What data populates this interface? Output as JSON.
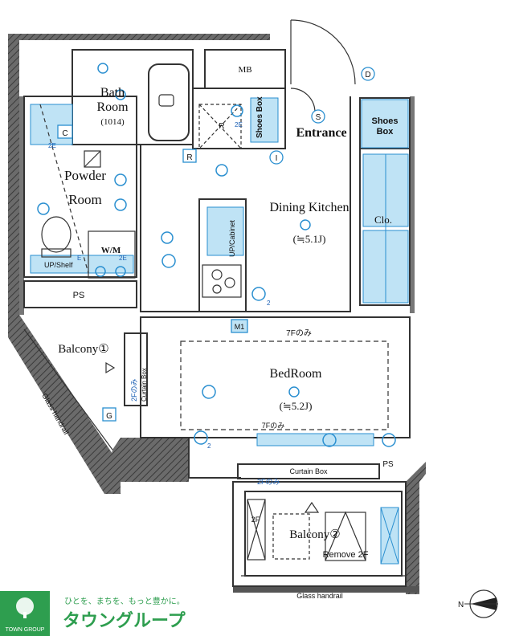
{
  "rooms": {
    "bath_line1": "Bath",
    "bath_line2": "Room",
    "bath_size": "(1014)",
    "powder_line1": "Powder",
    "powder_line2": "Room",
    "wm": "W/M",
    "mb": "MB",
    "r_mark": "R",
    "entrance": "Entrance",
    "shoes_box": "Shoes Box",
    "shoes_box_right_1": "Shoes",
    "shoes_box_right_2": "Box",
    "dining_kitchen": "Dining Kitchen",
    "dk_size": "(≒5.1J)",
    "clo": "Clo.",
    "up_cabinet": "UP/Cabinet",
    "up_shelf": "UP/Shelf",
    "ps_left": "PS",
    "ps_right": "PS",
    "m1": "M1",
    "seven_f_only_top": "7Fのみ",
    "bedroom": "BedRoom",
    "bed_size": "(≒5.2J)",
    "seven_f_only_inner": "7Fのみ",
    "curtain_box_bottom": "Curtain Box",
    "curtain_box_side": "Curtain Box",
    "two_f_only_left": "2Fのみ",
    "two_f_only_bottom": "2Fのみ",
    "balcony1": "Balcony①",
    "balcony2": "Balcony②",
    "two_f_mark": "2F",
    "remove_2f": "Remove 2F",
    "glass_handrail_left": "Glass handrail",
    "glass_handrail_bottom": "Glass handrail",
    "g_mark": "G",
    "r_square": "R",
    "c_mark": "C",
    "d_mark": "D",
    "s_mark": "S",
    "i_mark": "I",
    "two_e_a": "2E",
    "two_e_b": "2E",
    "two_e_c": "2E",
    "two_e_d": "E",
    "sub_2_a": "2",
    "sub_2_b": "2"
  },
  "compass": {
    "north": "N"
  },
  "brand": {
    "tagline": "ひとを、まちを、もっと豊かに。",
    "name_ja": "タウングループ",
    "name_en": "TOWN GROUP",
    "green": "#2e9e4f"
  },
  "colors": {
    "wall": "#555555",
    "hatch": "#444444",
    "blue_fill": "#bfe3f5",
    "blue_line": "#2a8fd0"
  }
}
